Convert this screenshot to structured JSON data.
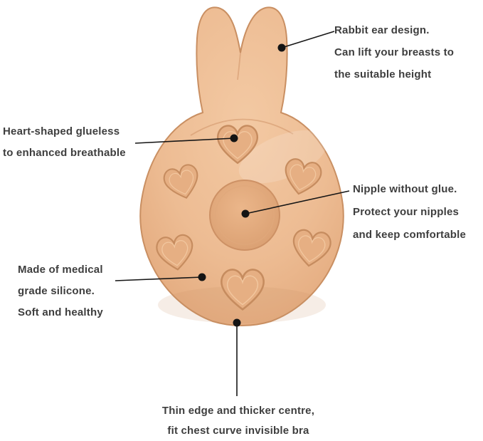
{
  "product": {
    "name": "rabbit-ear adhesive invisible lift bra diagram"
  },
  "colors": {
    "skin": "#edbc93",
    "skin_highlight": "#f3c9a3",
    "skin_edge": "#c98f62",
    "heart_emboss": "#e6af83",
    "nipple_area": "#dda273",
    "pointer_line": "#161616",
    "annotation_text": "#3e3e3e",
    "background": "#ffffff"
  },
  "annotations": {
    "rabbit_ear": {
      "line1": "Rabbit ear design.",
      "line2": "Can lift your breasts to",
      "line3": "the suitable height"
    },
    "heart_glueless": {
      "line1": "Heart-shaped glueless",
      "line2": "to enhanced breathable"
    },
    "nipple": {
      "line1": "Nipple without glue.",
      "line2": "Protect your nipples",
      "line3": "and keep comfortable"
    },
    "silicone": {
      "line1": "Made of medical",
      "line2": "grade silicone.",
      "line3": "Soft and healthy"
    },
    "edge": {
      "line1": "Thin edge and thicker centre,",
      "line2": "fit chest curve invisible bra"
    }
  }
}
